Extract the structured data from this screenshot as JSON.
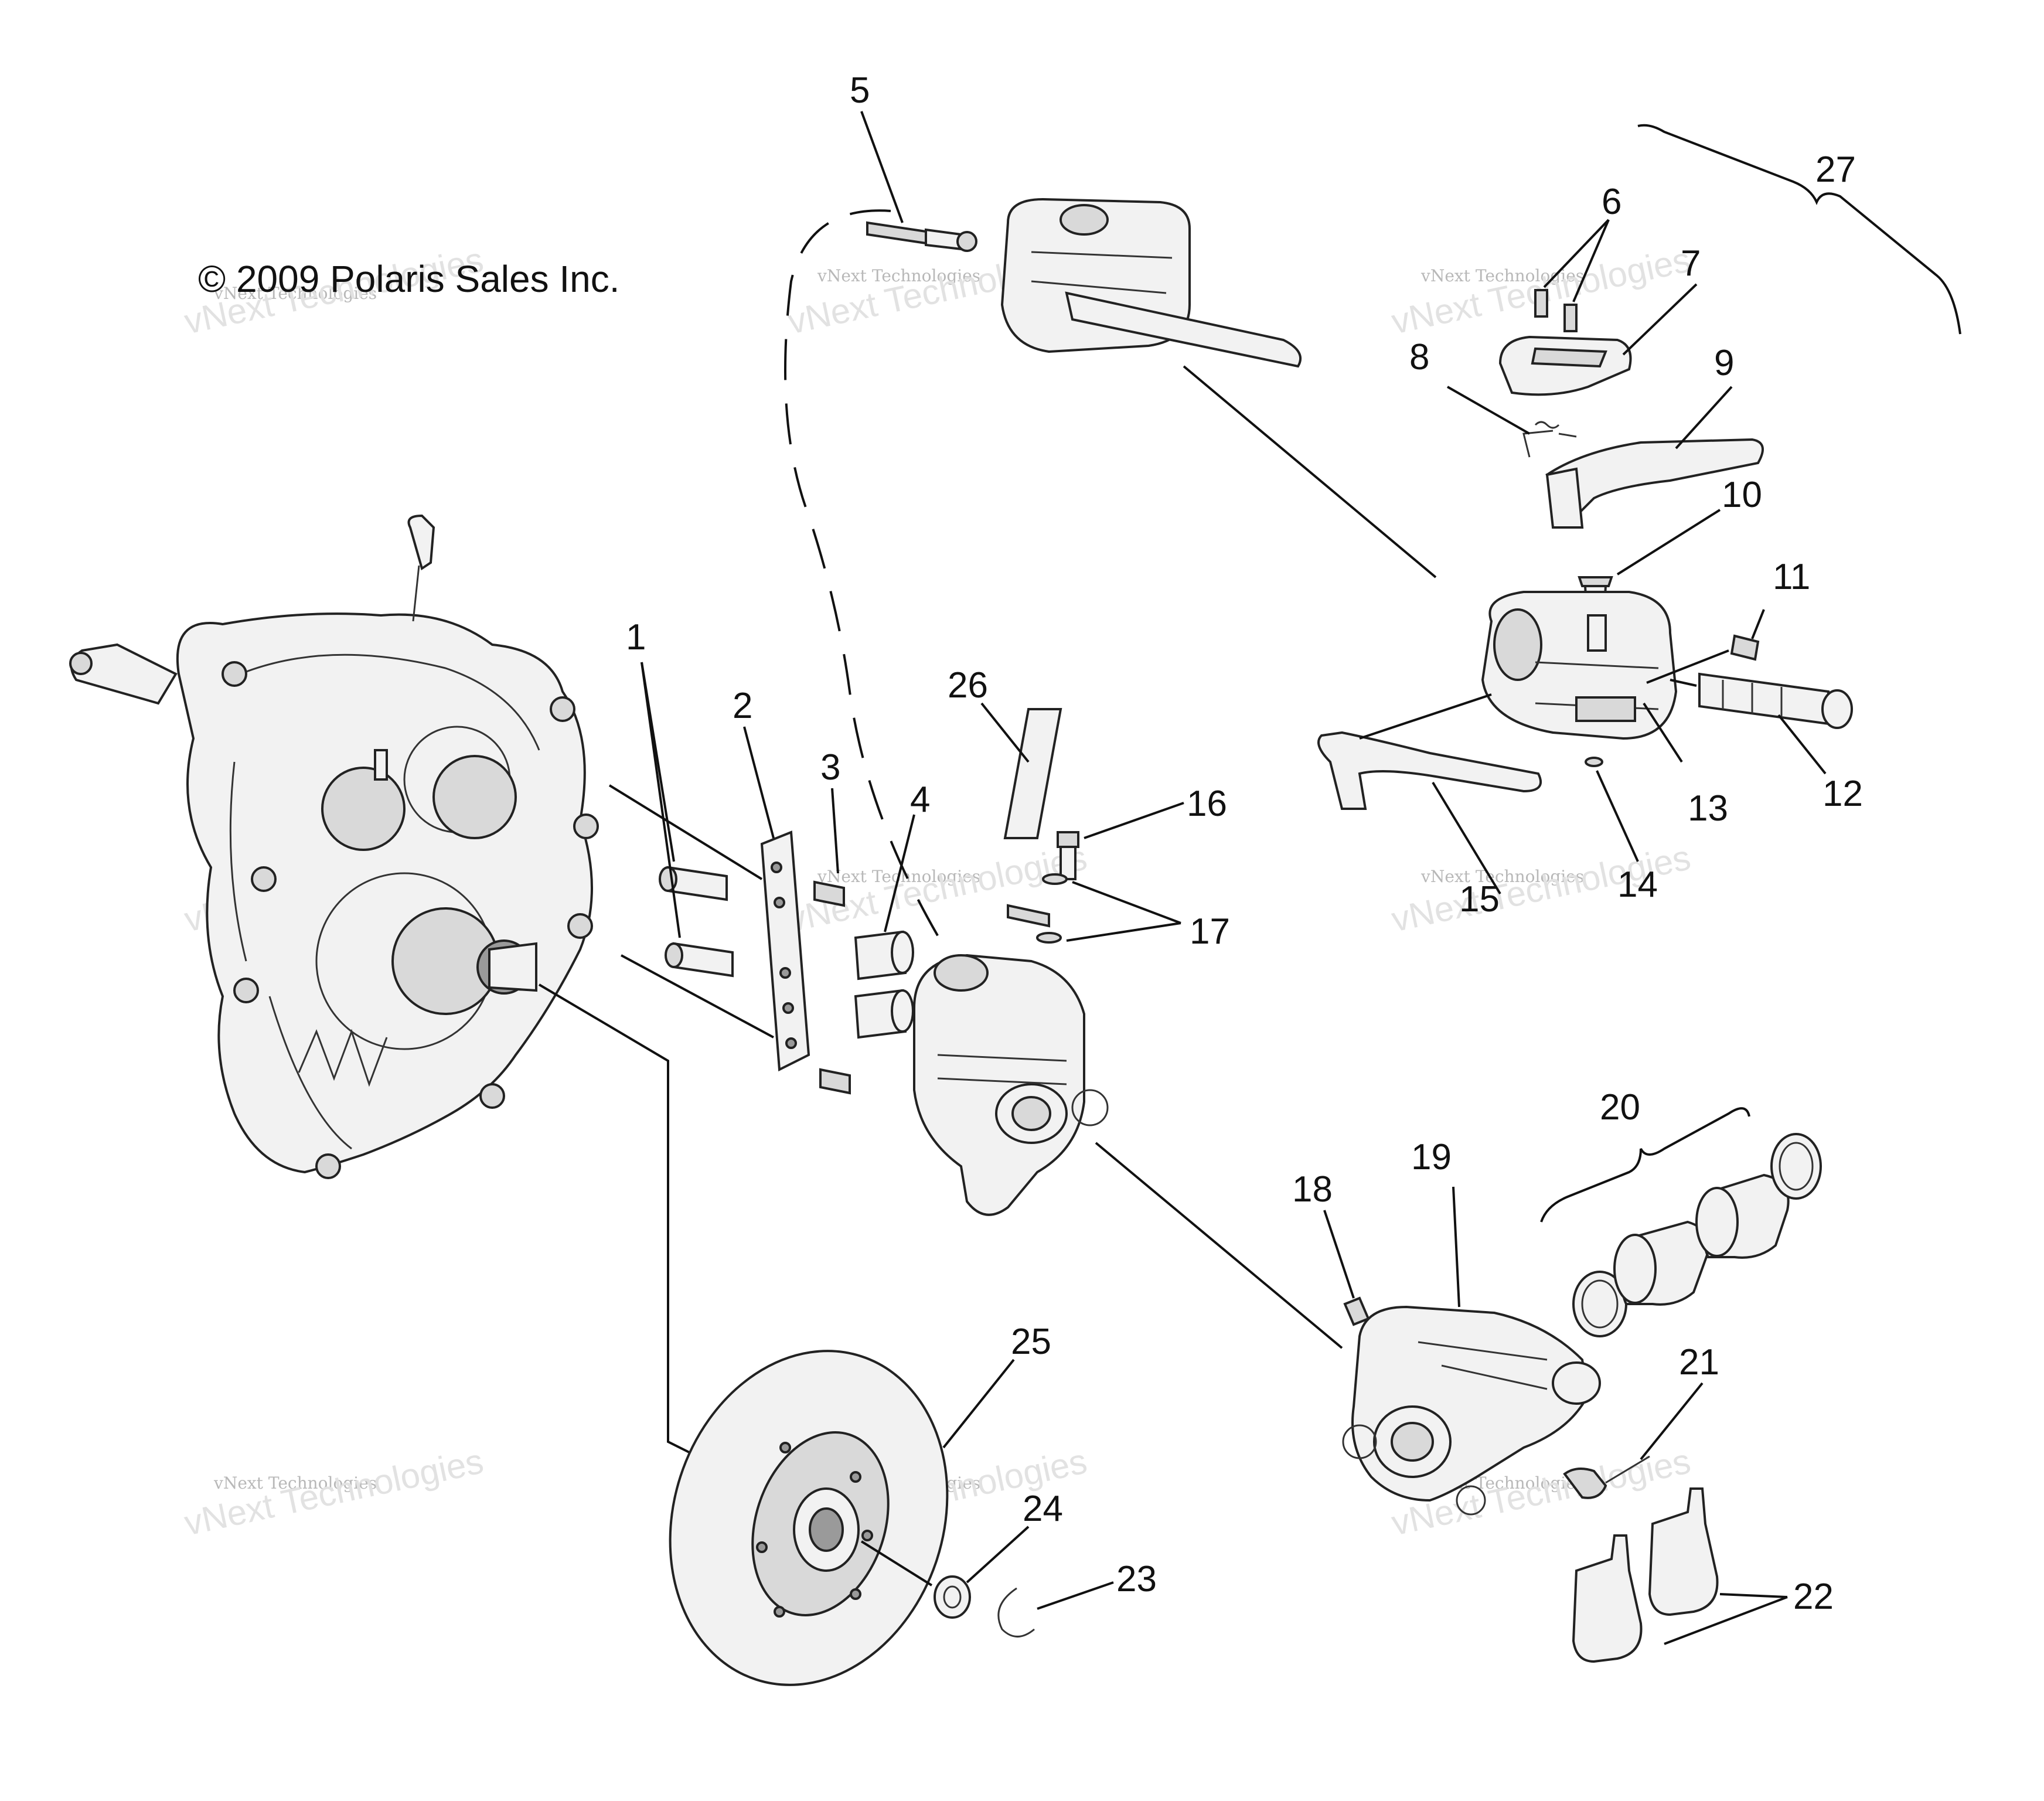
{
  "copyright": "© 2009 Polaris Sales Inc.",
  "watermark": {
    "line1": "vNext Technologies",
    "line2": "vNext Technologies"
  },
  "callouts": [
    {
      "id": "1",
      "text": "1"
    },
    {
      "id": "2",
      "text": "2"
    },
    {
      "id": "3",
      "text": "3"
    },
    {
      "id": "4",
      "text": "4"
    },
    {
      "id": "5",
      "text": "5"
    },
    {
      "id": "6",
      "text": "6"
    },
    {
      "id": "7",
      "text": "7"
    },
    {
      "id": "8",
      "text": "8"
    },
    {
      "id": "9",
      "text": "9"
    },
    {
      "id": "10",
      "text": "10"
    },
    {
      "id": "11",
      "text": "11"
    },
    {
      "id": "12",
      "text": "12"
    },
    {
      "id": "13",
      "text": "13"
    },
    {
      "id": "14",
      "text": "14"
    },
    {
      "id": "15",
      "text": "15"
    },
    {
      "id": "16",
      "text": "16"
    },
    {
      "id": "17",
      "text": "17"
    },
    {
      "id": "18",
      "text": "18"
    },
    {
      "id": "19",
      "text": "19"
    },
    {
      "id": "20",
      "text": "20"
    },
    {
      "id": "21",
      "text": "21"
    },
    {
      "id": "22",
      "text": "22"
    },
    {
      "id": "23",
      "text": "23"
    },
    {
      "id": "24",
      "text": "24"
    },
    {
      "id": "25",
      "text": "25"
    },
    {
      "id": "26",
      "text": "26"
    },
    {
      "id": "27",
      "text": "27"
    }
  ]
}
